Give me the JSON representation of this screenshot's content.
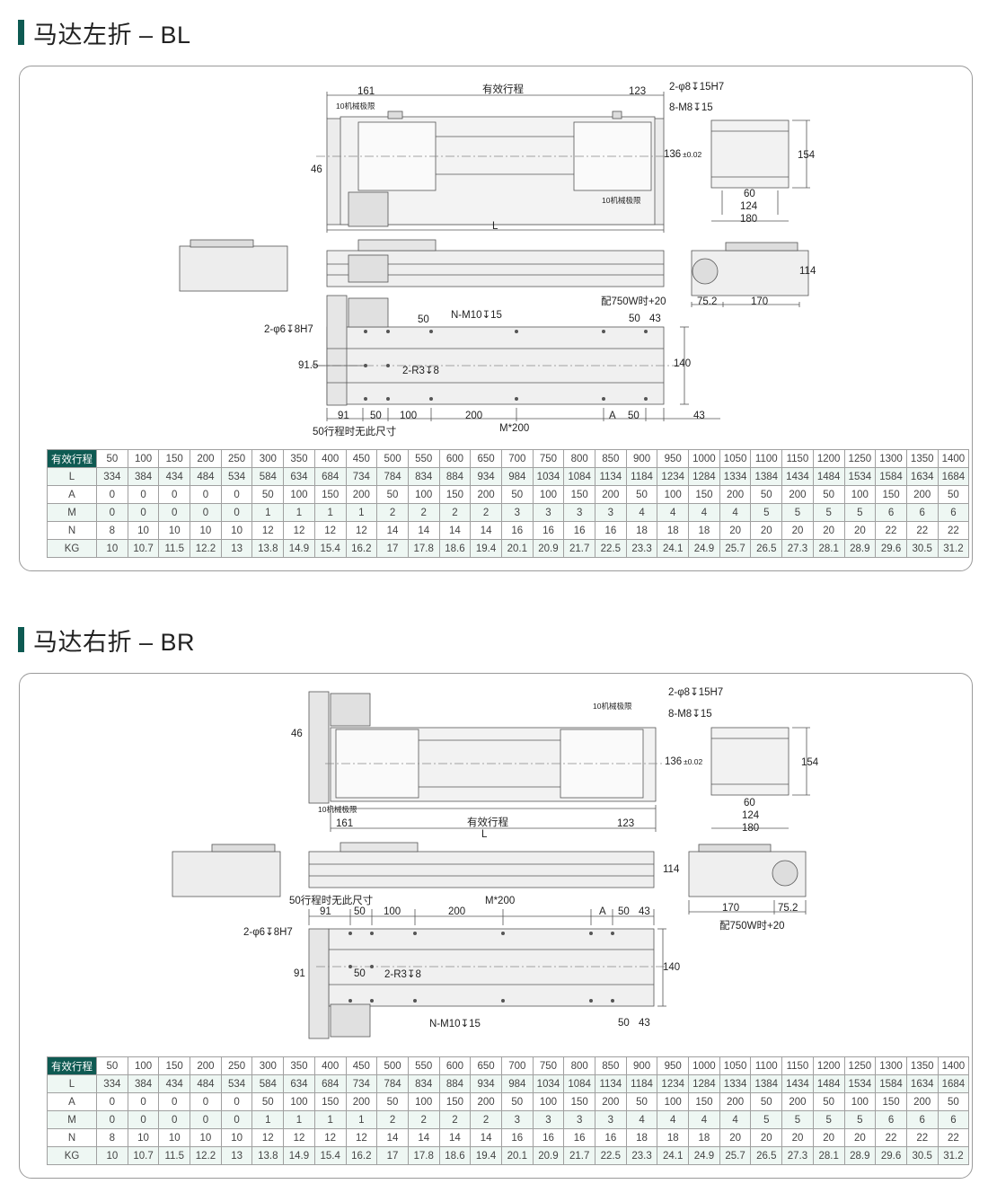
{
  "sections": [
    {
      "title": "马达左折 – BL",
      "labels": {
        "d161": "161",
        "stroke": "有效行程",
        "d123": "123",
        "limit1": "10机械极限",
        "limit2": "10机械极限",
        "d46": "46",
        "L": "L",
        "holes1": "2-φ8↧15H7",
        "holes2": "8-M8↧15",
        "d136": "136",
        "tol": "±0.02",
        "d154": "154",
        "d60": "60",
        "d124": "124",
        "d180": "180",
        "d114": "114",
        "d752": "75.2",
        "d170": "170",
        "note750": "配750W时+20",
        "d50a": "50",
        "nm10": "N-M10↧15",
        "d50b": "50",
        "d43a": "43",
        "pin": "2-φ6↧8H7",
        "d915": "91.5",
        "r3": "2-R3↧8",
        "d140": "140",
        "d91": "91",
        "d50c": "50",
        "d100": "100",
        "d200": "200",
        "dA": "A",
        "d50d": "50",
        "d43b": "43",
        "m200": "M*200",
        "note50": "50行程时无此尺寸"
      }
    },
    {
      "title": "马达右折 – BR",
      "labels": {
        "d46": "46",
        "limit1": "10机械极限",
        "limit2": "10机械极限",
        "d161": "161",
        "stroke": "有效行程",
        "d123": "123",
        "L": "L",
        "holes1": "2-φ8↧15H7",
        "holes2": "8-M8↧15",
        "d136": "136",
        "tol": "±0.02",
        "d154": "154",
        "d60": "60",
        "d124": "124",
        "d180": "180",
        "d114": "114",
        "d170": "170",
        "d752": "75.2",
        "note750": "配750W时+20",
        "note50": "50行程时无此尺寸",
        "m200": "M*200",
        "d91a": "91",
        "d50a": "50",
        "d100": "100",
        "d200": "200",
        "dA": "A",
        "d50b": "50",
        "d43a": "43",
        "pin": "2-φ6↧8H7",
        "d91b": "91",
        "d50c": "50",
        "r3": "2-R3↧8",
        "d140": "140",
        "nm10": "N-M10↧15",
        "d50d": "50",
        "d43b": "43"
      }
    }
  ],
  "table": {
    "header_label": "有效行程",
    "strokes": [
      "50",
      "100",
      "150",
      "200",
      "250",
      "300",
      "350",
      "400",
      "450",
      "500",
      "550",
      "600",
      "650",
      "700",
      "750",
      "800",
      "850",
      "900",
      "950",
      "1000",
      "1050",
      "1100",
      "1150",
      "1200",
      "1250",
      "1300",
      "1350",
      "1400"
    ],
    "rows": [
      {
        "label": "L",
        "values": [
          "334",
          "384",
          "434",
          "484",
          "534",
          "584",
          "634",
          "684",
          "734",
          "784",
          "834",
          "884",
          "934",
          "984",
          "1034",
          "1084",
          "1134",
          "1184",
          "1234",
          "1284",
          "1334",
          "1384",
          "1434",
          "1484",
          "1534",
          "1584",
          "1634",
          "1684"
        ]
      },
      {
        "label": "A",
        "values": [
          "0",
          "0",
          "0",
          "0",
          "0",
          "50",
          "100",
          "150",
          "200",
          "50",
          "100",
          "150",
          "200",
          "50",
          "100",
          "150",
          "200",
          "50",
          "100",
          "150",
          "200",
          "50",
          "200",
          "50",
          "100",
          "150",
          "200",
          "50"
        ]
      },
      {
        "label": "M",
        "values": [
          "0",
          "0",
          "0",
          "0",
          "0",
          "1",
          "1",
          "1",
          "1",
          "2",
          "2",
          "2",
          "2",
          "3",
          "3",
          "3",
          "3",
          "4",
          "4",
          "4",
          "4",
          "5",
          "5",
          "5",
          "5",
          "6",
          "6",
          "6"
        ]
      },
      {
        "label": "N",
        "values": [
          "8",
          "10",
          "10",
          "10",
          "10",
          "12",
          "12",
          "12",
          "12",
          "14",
          "14",
          "14",
          "14",
          "16",
          "16",
          "16",
          "16",
          "18",
          "18",
          "18",
          "20",
          "20",
          "20",
          "20",
          "20",
          "22",
          "22",
          "22"
        ]
      },
      {
        "label": "KG",
        "values": [
          "10",
          "10.7",
          "11.5",
          "12.2",
          "13",
          "13.8",
          "14.9",
          "15.4",
          "16.2",
          "17",
          "17.8",
          "18.6",
          "19.4",
          "20.1",
          "20.9",
          "21.7",
          "22.5",
          "23.3",
          "24.1",
          "24.9",
          "25.7",
          "26.5",
          "27.3",
          "28.1",
          "28.9",
          "29.6",
          "30.5",
          "31.2"
        ]
      }
    ]
  }
}
